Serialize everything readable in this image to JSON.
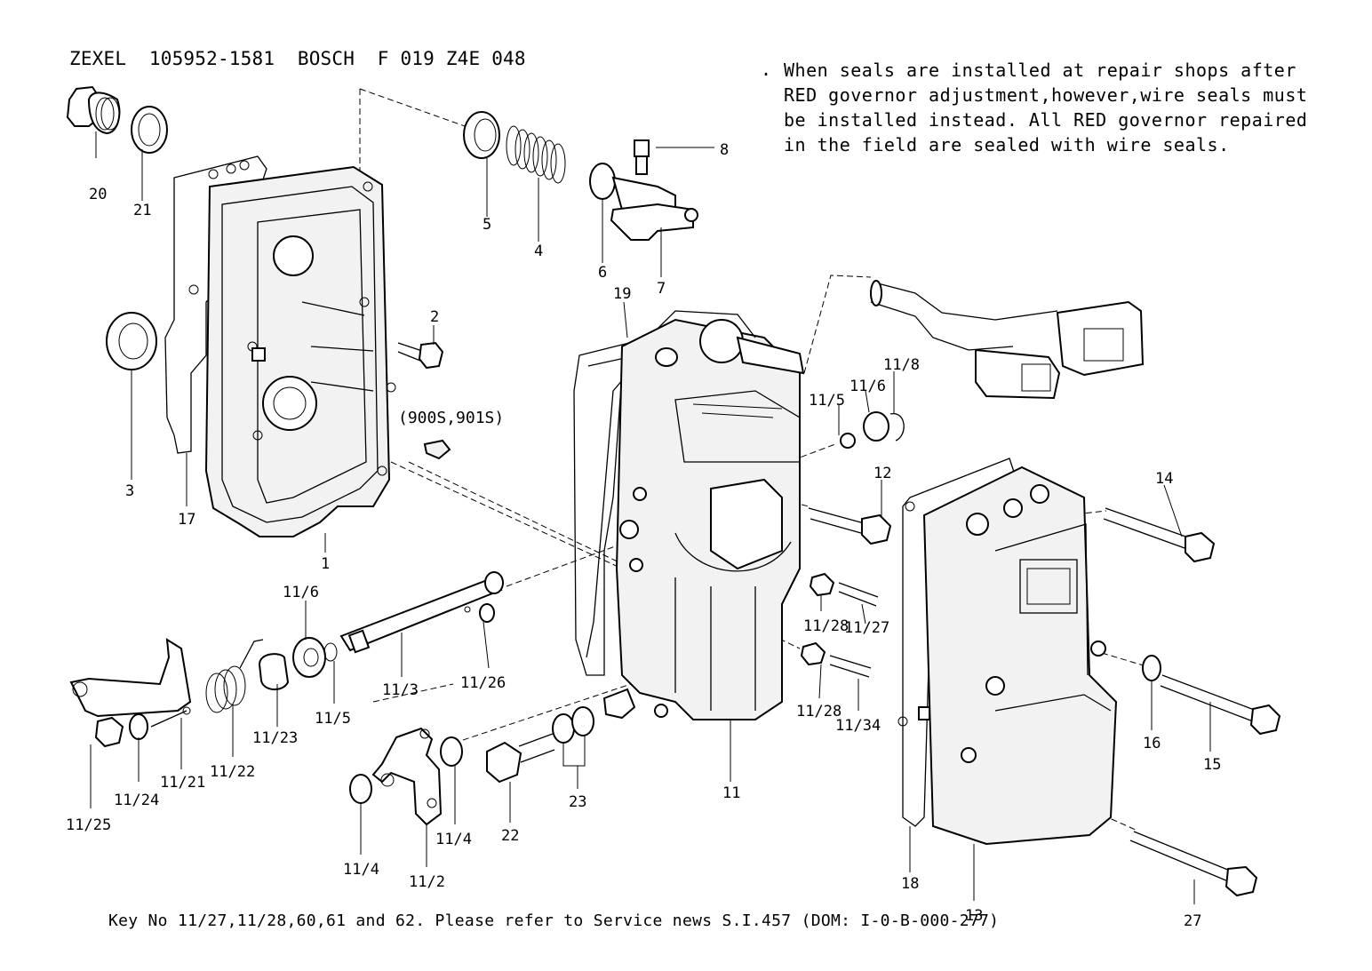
{
  "header": {
    "text": "ZEXEL  105952-1581  BOSCH  F 019 Z4E 048"
  },
  "note": {
    "bullet": ".",
    "lines": [
      "When seals are installed at repair shops after",
      "RED governor adjustment,however,wire seals must",
      "be installed instead. All RED governor repaired",
      "in the field are sealed with wire seals."
    ]
  },
  "footer": {
    "text": "Key No 11/27,11/28,60,61 and 62. Please refer to Service news S.I.457 (DOM: I-0-B-000-277)"
  },
  "sublabel": "(900S,901S)",
  "callouts": [
    {
      "id": "c20",
      "text": "20"
    },
    {
      "id": "c21",
      "text": "21"
    },
    {
      "id": "c5",
      "text": "5"
    },
    {
      "id": "c4",
      "text": "4"
    },
    {
      "id": "c8",
      "text": "8"
    },
    {
      "id": "c6",
      "text": "6"
    },
    {
      "id": "c7",
      "text": "7"
    },
    {
      "id": "c19",
      "text": "19"
    },
    {
      "id": "c2",
      "text": "2"
    },
    {
      "id": "c3",
      "text": "3"
    },
    {
      "id": "c17",
      "text": "17"
    },
    {
      "id": "c1",
      "text": "1"
    },
    {
      "id": "c11_5a",
      "text": "11/5"
    },
    {
      "id": "c11_6a",
      "text": "11/6"
    },
    {
      "id": "c11_8",
      "text": "11/8"
    },
    {
      "id": "c12",
      "text": "12"
    },
    {
      "id": "c14",
      "text": "14"
    },
    {
      "id": "c11_6b",
      "text": "11/6"
    },
    {
      "id": "c11_28a",
      "text": "11/28"
    },
    {
      "id": "c11_27",
      "text": "11/27"
    },
    {
      "id": "c11_3",
      "text": "11/3"
    },
    {
      "id": "c11_26",
      "text": "11/26"
    },
    {
      "id": "c11_5b",
      "text": "11/5"
    },
    {
      "id": "c11_23",
      "text": "11/23"
    },
    {
      "id": "c11_28b",
      "text": "11/28"
    },
    {
      "id": "c11_34",
      "text": "11/34"
    },
    {
      "id": "c16",
      "text": "16"
    },
    {
      "id": "c15",
      "text": "15"
    },
    {
      "id": "c11",
      "text": "11"
    },
    {
      "id": "c11_22",
      "text": "11/22"
    },
    {
      "id": "c11_21",
      "text": "11/21"
    },
    {
      "id": "c11_24",
      "text": "11/24"
    },
    {
      "id": "c11_25",
      "text": "11/25"
    },
    {
      "id": "c22",
      "text": "22"
    },
    {
      "id": "c23",
      "text": "23"
    },
    {
      "id": "c11_4a",
      "text": "11/4"
    },
    {
      "id": "c11_4b",
      "text": "11/4"
    },
    {
      "id": "c11_2",
      "text": "11/2"
    },
    {
      "id": "c18",
      "text": "18"
    },
    {
      "id": "c13",
      "text": "13"
    },
    {
      "id": "c27",
      "text": "27"
    }
  ]
}
